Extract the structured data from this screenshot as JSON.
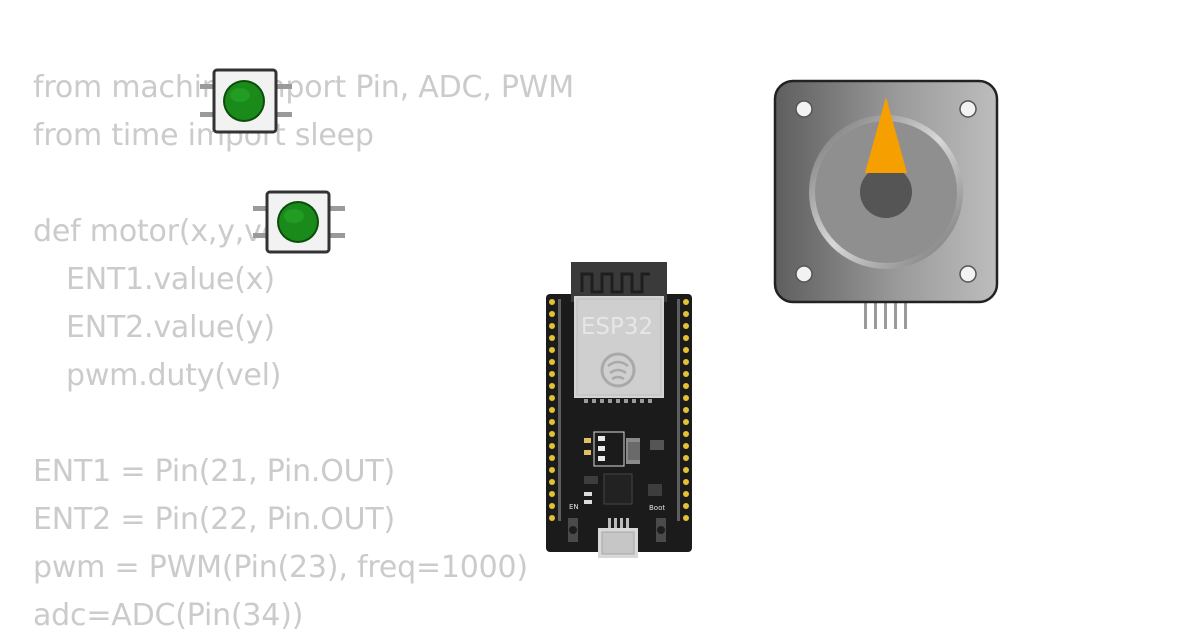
{
  "code": {
    "lines": [
      "from machine import Pin, ADC, PWM",
      "from time import sleep",
      "def motor(x,y,vel):",
      "ENT1.value(x)",
      "ENT2.value(y)",
      "pwm.duty(vel)",
      "ENT1 = Pin(21, Pin.OUT)",
      "ENT2 = Pin(22, Pin.OUT)",
      "pwm = PWM(Pin(23), freq=1000)",
      "adc=ADC(Pin(34))"
    ]
  },
  "board": {
    "module_label": "ESP32",
    "en_label": "EN",
    "boot_label": "Boot"
  },
  "colors": {
    "code_text": "#cbcbcb",
    "button_cap": "#1a8a1a",
    "board_pcb": "#1b1b1b",
    "header_pins": "#e3c233",
    "motor_body": "#8e8e8e",
    "motor_needle": "#f5a000"
  },
  "icons": {
    "button": "pushbutton-icon",
    "motor": "stepper-motor-icon",
    "board": "esp32-devkit-icon",
    "wifi_logo": "espressif-logo-icon"
  }
}
